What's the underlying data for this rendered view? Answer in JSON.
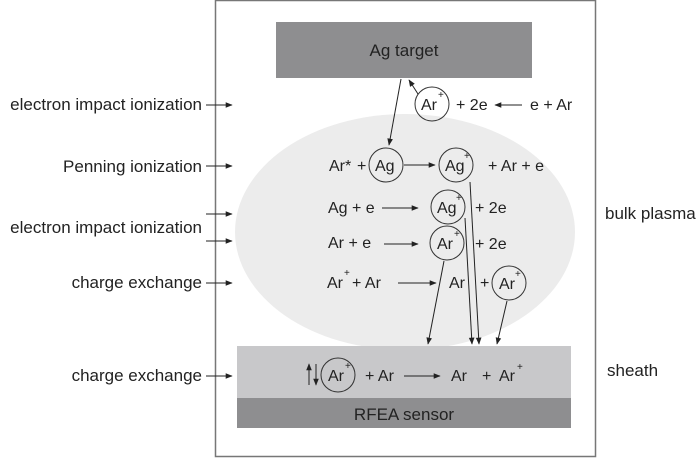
{
  "diagram": {
    "title": "Plasma processes between Ag target and RFEA sensor",
    "target_label": "Ag target",
    "sensor_label": "RFEA sensor",
    "regions": {
      "bulk": "bulk plasma",
      "sheath": "sheath"
    },
    "process_labels": [
      "electron impact ionization",
      "Penning ionization",
      "electron impact ionization",
      "charge exchange",
      "charge exchange"
    ],
    "reactions": {
      "r1": {
        "products_circle": "Ar",
        "products_sup": "+",
        "products_rest": "+ 2e",
        "reactants": "e + Ar"
      },
      "r2": {
        "reactant_a": "Ar*",
        "plus": "+",
        "reactant_circle": "Ag",
        "product_circle": "Ag",
        "product_sup": "+",
        "product_rest": "+ Ar + e"
      },
      "r3": {
        "reactants": "Ag + e",
        "product_circle": "Ag",
        "product_sup": "+",
        "product_rest": "+ 2e"
      },
      "r4": {
        "reactants": "Ar + e",
        "product_circle": "Ar",
        "product_sup": "+",
        "product_rest": "+ 2e"
      },
      "r5": {
        "reactant_base": "Ar",
        "reactant_sup": "+",
        "reactant_rest": "+ Ar",
        "product_a": "Ar",
        "plus": "+",
        "product_circle": "Ar",
        "product_sup": "+"
      },
      "r6": {
        "reactant_circle": "Ar",
        "reactant_sup": "+",
        "reactant_rest": "+ Ar",
        "product_a": "Ar",
        "plus": "+",
        "product_b": "Ar",
        "product_b_sup": "+"
      }
    },
    "colors": {
      "target": "#8e8e90",
      "sensor": "#8e8e90",
      "sheath": "#c8c8ca",
      "plasma": "#ececec",
      "frame": "#777777",
      "ink": "#222222"
    }
  }
}
